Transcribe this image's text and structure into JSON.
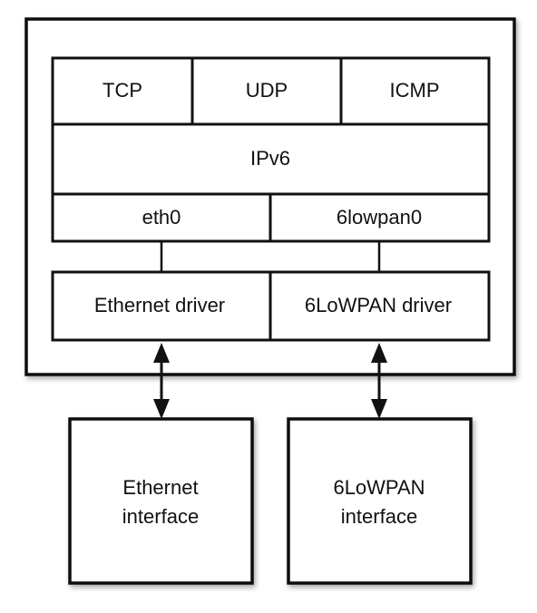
{
  "stack": {
    "transport": {
      "tcp": "TCP",
      "udp": "UDP",
      "icmp": "ICMP"
    },
    "network": {
      "ipv6": "IPv6"
    },
    "interfaces": {
      "eth0": "eth0",
      "lowpan0": "6lowpan0"
    },
    "drivers": {
      "ethernet": "Ethernet driver",
      "lowpan": "6LoWPAN driver"
    }
  },
  "hardware": {
    "ethernet": {
      "line1": "Ethernet",
      "line2": "interface"
    },
    "lowpan": {
      "line1": "6LoWPAN",
      "line2": "interface"
    }
  }
}
